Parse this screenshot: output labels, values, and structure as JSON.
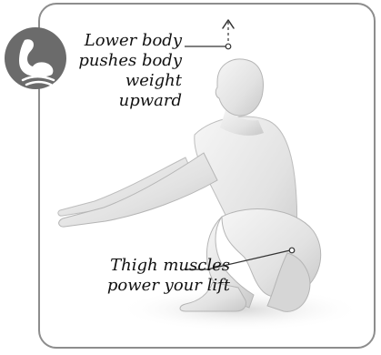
{
  "annotations": {
    "upper_lines": [
      "Lower body",
      "pushes body",
      "weight",
      "upward"
    ],
    "lower_lines": [
      "Thigh muscles",
      "power your lift"
    ]
  },
  "icons": {
    "badge": "flexed-arm-icon",
    "direction": "up-arrow-icon"
  },
  "colors": {
    "border": "#8d8d8d",
    "badge": "#6b6b6b",
    "figure": "#ececec",
    "figure_shade": "#c9c9c9",
    "text": "#111111"
  }
}
